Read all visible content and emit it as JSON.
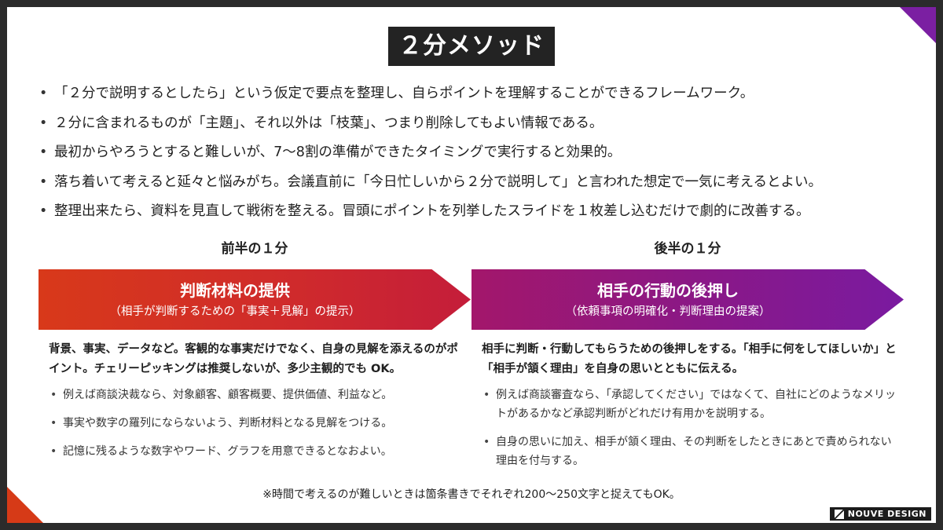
{
  "title": "２分メソッド",
  "points": [
    "「２分で説明するとしたら」という仮定で要点を整理し、自らポイントを理解することができるフレームワーク。",
    "２分に含まれるものが「主題」、それ以外は「枝葉」、つまり削除してもよい情報である。",
    "最初からやろうとすると難しいが、7～8割の準備ができたタイミングで実行すると効果的。",
    "落ち着いて考えると延々と悩みがち。会議直前に「今日忙しいから２分で説明して」と言われた想定で一気に考えるとよい。",
    "整理出来たら、資料を見直して戦術を整える。冒頭にポイントを列挙したスライドを１枚差し込むだけで劇的に改善する。"
  ],
  "first_half": {
    "label": "前半の１分",
    "arrow_title": "判断材料の提供",
    "arrow_sub": "（相手が判断するための「事実＋見解」の提示）",
    "lead": "背景、事実、データなど。客観的な事実だけでなく、自身の見解を添えるのがポイント。チェリーピッキングは推奨しないが、多少主観的でも OK。",
    "bullets": [
      "例えば商談決裁なら、対象顧客、顧客概要、提供価値、利益など。",
      "事実や数字の羅列にならないよう、判断材料となる見解をつける。",
      "記憶に残るような数字やワード、グラフを用意できるとなおよい。"
    ]
  },
  "second_half": {
    "label": "後半の１分",
    "arrow_title": "相手の行動の後押し",
    "arrow_sub": "（依頼事項の明確化・判断理由の提案）",
    "lead": "相手に判断・行動してもらうための後押しをする。「相手に何をしてほしいか」と「相手が頷く理由」を自身の思いとともに伝える。",
    "bullets": [
      "例えば商談審査なら、「承認してください」ではなくて、自社にどのようなメリットがあるかなど承認判断がどれだけ有用かを説明する。",
      "自身の思いに加え、相手が頷く理由、その判断をしたときにあとで責められない理由を付与する。"
    ]
  },
  "footnote": "※時間で考えるのが難しいときは箇条書きでそれぞれ200～250文字と捉えてもOK。",
  "logo": "NOUVE DESIGN",
  "colors": {
    "frame": "#2b2b2b",
    "title_bg": "#232323",
    "accent_red": "#d8391a",
    "accent_purple": "#7b1fa2"
  },
  "icons": {
    "logo_mark": "slash-square-logo",
    "bullet": "bullet-dot"
  }
}
